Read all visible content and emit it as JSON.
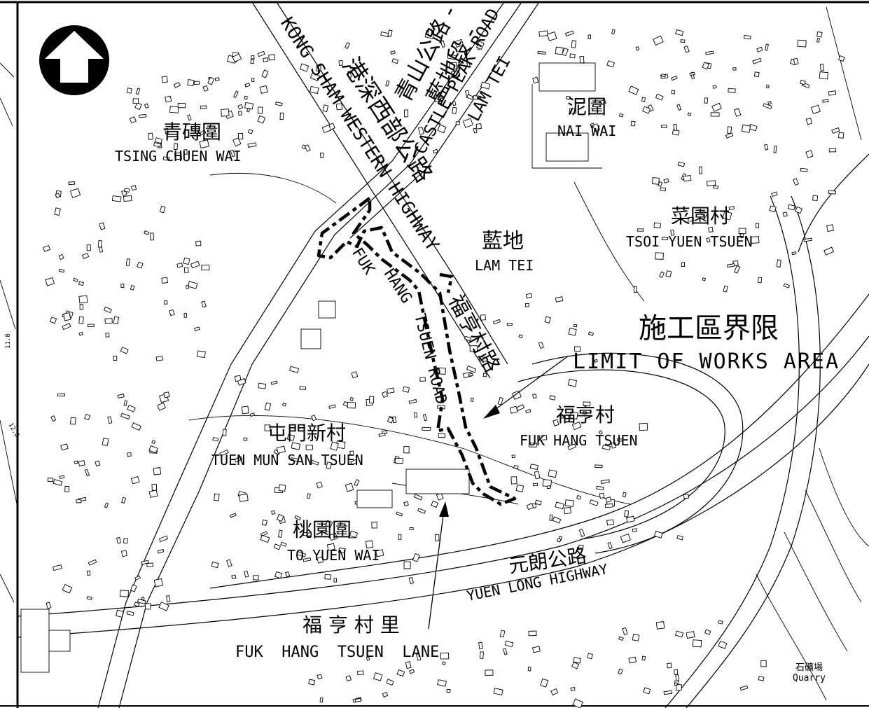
{
  "roads": {
    "kong_sham_western_highway_zh": "港深西部公路",
    "kong_sham_western_highway_en": "KONG SHAM WESTERN HIGHWAY",
    "castle_peak_road_zh_1": "青山公路 -",
    "castle_peak_road_zh_2": "藍地段 -",
    "castle_peak_road_en_1": "CASTLE PEAK ROAD -",
    "castle_peak_road_en_2": "LAM TEI",
    "fuk_hang_tsuen_road_zh": "福亨村路",
    "fuk_hang_tsuen_road_en_1": "FUK",
    "fuk_hang_tsuen_road_en_2": "HANG",
    "fuk_hang_tsuen_road_en_3": "TSUEN ROAD",
    "yuen_long_highway_zh": "元朗公路",
    "yuen_long_highway_en": "YUEN LONG HIGHWAY",
    "fuk_hang_tsuen_lane_zh": "福 亨 村 里",
    "fuk_hang_tsuen_lane_en": "FUK  HANG  TSUEN  LANE"
  },
  "places": {
    "tsing_chuen_wai_zh": "青磚圍",
    "tsing_chuen_wai_en": "TSING CHUEN WAI",
    "nai_wai_zh": "泥圍",
    "nai_wai_en": "NAI WAI",
    "tsoi_yuen_tsuen_zh": "菜園村",
    "tsoi_yuen_tsuen_en": "TSOI YUEN TSUEN",
    "lam_tei_zh": "藍地",
    "lam_tei_en": "LAM TEI",
    "fuk_hang_tsuen_zh": "福亨村",
    "fuk_hang_tsuen_en": "FUK HANG TSUEN",
    "tuen_mun_san_tsuen_zh": "屯門新村",
    "tuen_mun_san_tsuen_en": "TUEN MUN SAN TSUEN",
    "to_yuen_wai_zh": "桃園圍",
    "to_yuen_wai_en": "TO YUEN WAI",
    "quarry_zh": "石礦場",
    "quarry_en": "Quarry"
  },
  "legend": {
    "limit_zh": "施工區界限",
    "limit_en": "LIMIT OF WORKS AREA"
  },
  "spot_heights": {
    "h1": "11.8",
    "h2": "12.8"
  },
  "north_arrow": {
    "icon": "north-arrow-icon"
  }
}
